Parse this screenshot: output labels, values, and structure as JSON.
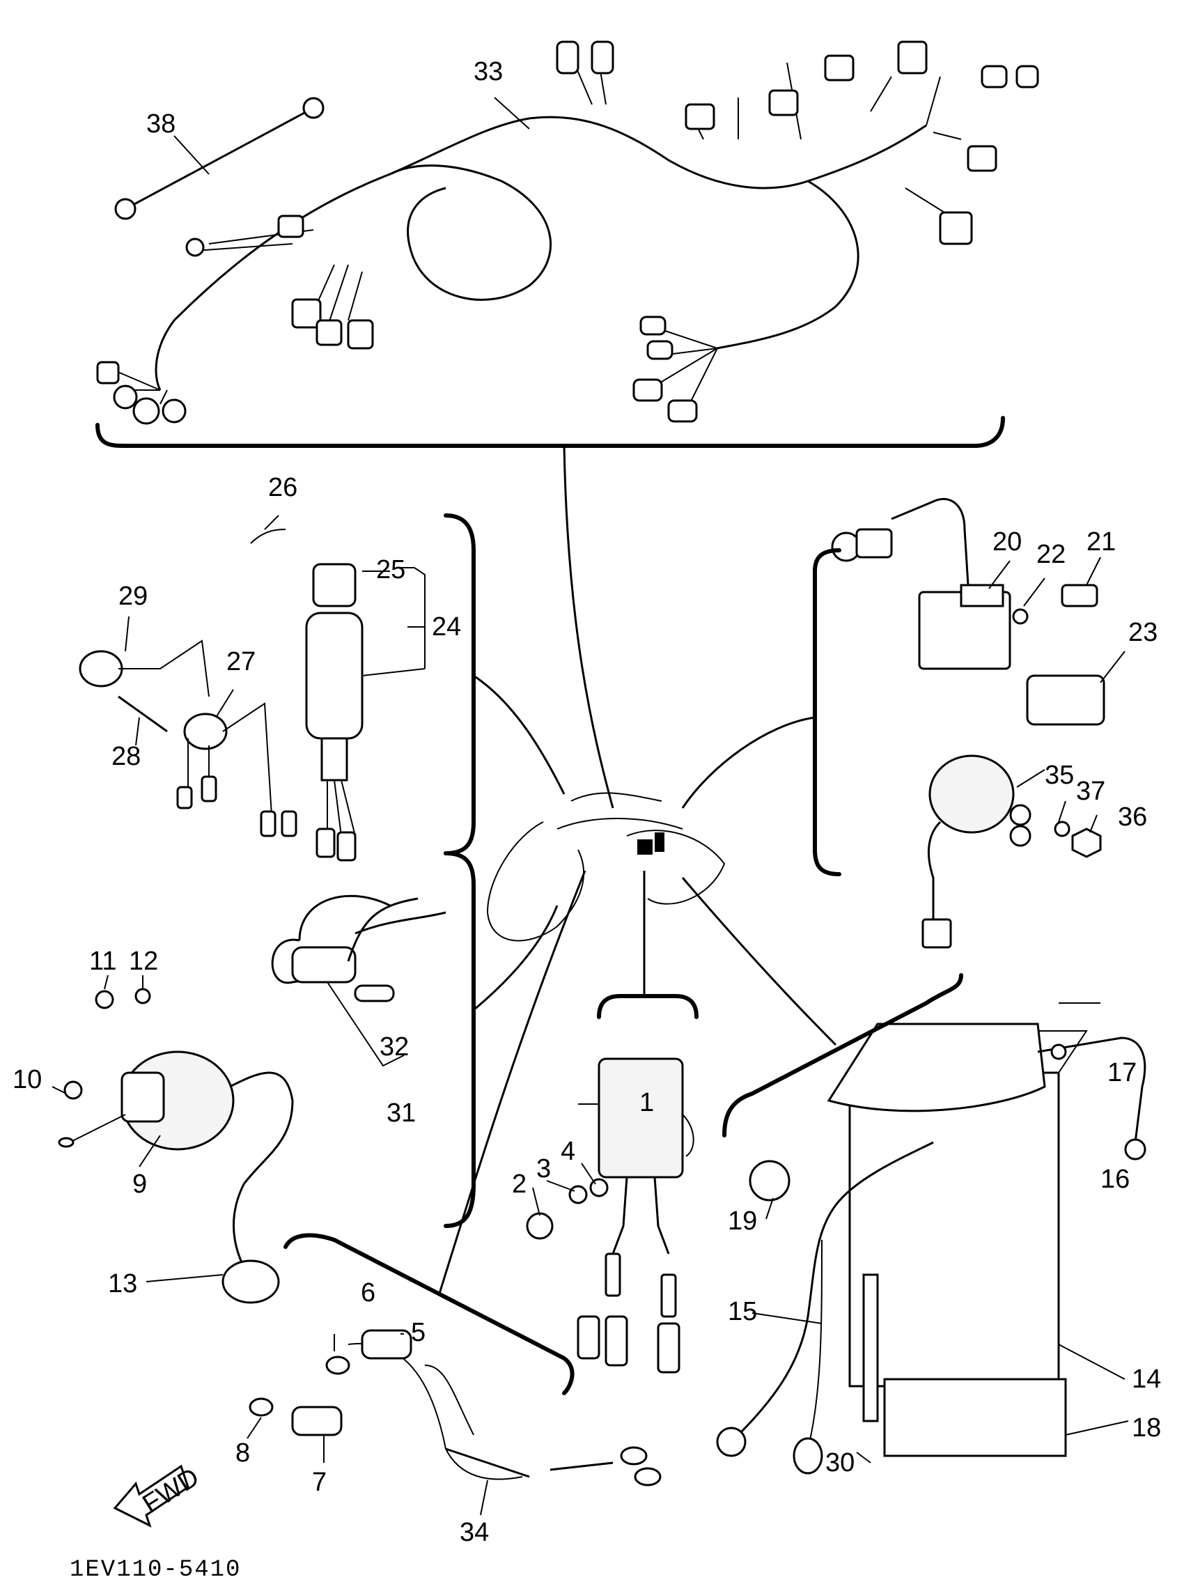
{
  "callouts": [
    {
      "n": "1"
    },
    {
      "n": "2"
    },
    {
      "n": "3"
    },
    {
      "n": "4"
    },
    {
      "n": "5"
    },
    {
      "n": "6"
    },
    {
      "n": "7"
    },
    {
      "n": "8"
    },
    {
      "n": "9"
    },
    {
      "n": "10"
    },
    {
      "n": "11"
    },
    {
      "n": "12"
    },
    {
      "n": "13"
    },
    {
      "n": "14"
    },
    {
      "n": "15"
    },
    {
      "n": "16"
    },
    {
      "n": "17"
    },
    {
      "n": "18"
    },
    {
      "n": "19"
    },
    {
      "n": "20"
    },
    {
      "n": "21"
    },
    {
      "n": "22"
    },
    {
      "n": "23"
    },
    {
      "n": "24"
    },
    {
      "n": "25"
    },
    {
      "n": "26"
    },
    {
      "n": "27"
    },
    {
      "n": "28"
    },
    {
      "n": "29"
    },
    {
      "n": "30"
    },
    {
      "n": "31"
    },
    {
      "n": "32"
    },
    {
      "n": "33"
    },
    {
      "n": "34"
    },
    {
      "n": "35"
    },
    {
      "n": "36"
    },
    {
      "n": "37"
    },
    {
      "n": "38"
    }
  ],
  "direction_arrow": {
    "label": "FWD"
  },
  "drawing_code": "1EV110-5410"
}
